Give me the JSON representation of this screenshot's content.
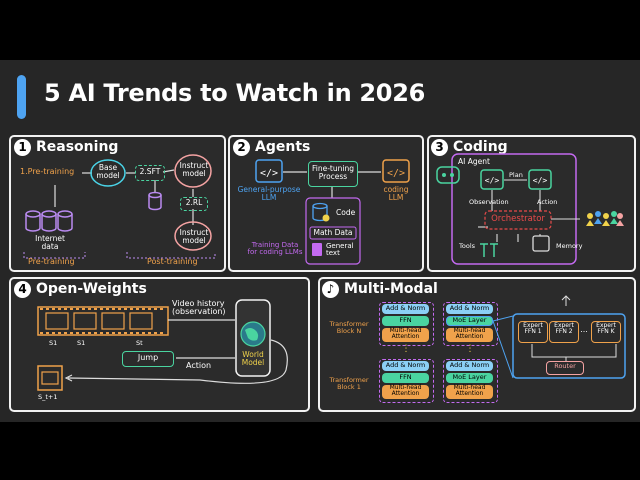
{
  "title": "5 AI Trends to Watch in 2026",
  "colors": {
    "accent": "#4ea3f1",
    "panel_bg": "#2b2b2b",
    "screen_bg": "#262626"
  },
  "panels": {
    "reasoning": {
      "number": "1",
      "title": "Reasoning",
      "pretraining_step": "1.Pre-training",
      "base_model": "Base\nmodel",
      "sft": "2.SFT",
      "instruct_model_top": "Instruct\nmodel",
      "rl": "2.RL",
      "instruct_model_bottom": "Instruct\nmodel",
      "internet_data": "Internet\ndata",
      "pretraining_label": "Pre-training",
      "post_training_label": "Post-training"
    },
    "agents": {
      "number": "2",
      "title": "Agents",
      "general_llm": "General-purpose\nLLM",
      "finetuning": "Fine-tuning\nProcess",
      "coding_llm": "coding\nLLM",
      "code": "Code",
      "math_data": "Math Data",
      "general_text": "General\ntext",
      "training_data": "Training Data\nfor coding LLMs"
    },
    "coding": {
      "number": "3",
      "title": "Coding",
      "ai_agent": "AI Agent",
      "plan": "Plan",
      "observation": "Observation",
      "action": "Action",
      "orchestrator": "Orchestrator",
      "tools": "Tools",
      "memory": "Memory"
    },
    "open_weights": {
      "number": "4",
      "title": "Open-Weights",
      "video_history": "Video history\n(observation)",
      "s1a": "S1",
      "s1b": "S1",
      "st": "St",
      "jump": "Jump",
      "action": "Action",
      "world_model": "World\nModel",
      "s_t1": "S_t+1"
    },
    "multimodal": {
      "number": "♪",
      "title": "Multi-Modal",
      "block_n": "Transformer\nBlock N",
      "block_1": "Transformer\nBlock 1",
      "add_norm": "Add & Norm",
      "ffn": "FFN",
      "moe_layer": "MoE Layer",
      "attention": "Multi-head\nAttention",
      "expert_1": "Expert\nFFN 1",
      "expert_2": "Expert\nFFN 2",
      "expert_k": "Expert\nFFN K",
      "router": "Router",
      "dots": "..."
    }
  }
}
